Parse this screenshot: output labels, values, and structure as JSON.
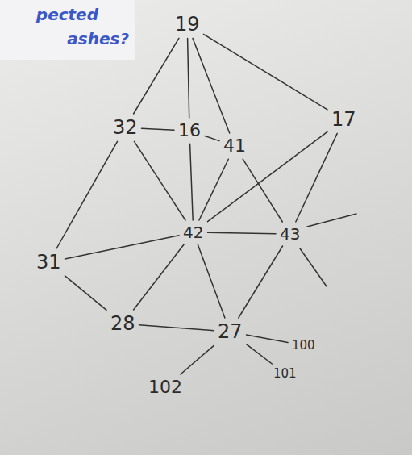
{
  "diagram": {
    "nodes": [
      {
        "text": [
          "19"
        ]
      },
      {
        "text": [
          "32"
        ]
      },
      {
        "text": [
          "16"
        ]
      },
      {
        "text": [
          "41"
        ]
      },
      {
        "text": [
          "17"
        ]
      },
      {
        "text": [
          "31"
        ]
      },
      {
        "text": [
          "42"
        ]
      },
      {
        "text": [
          "43"
        ]
      },
      {
        "text": [
          "28"
        ]
      },
      {
        "text": [
          "27"
        ]
      },
      {
        "text": [
          "100"
        ]
      },
      {
        "text": [
          "101"
        ]
      },
      {
        "text": [
          "102"
        ]
      }
    ],
    "edges": [
      {
        "from": 0,
        "to": 4,
        "arrow": "none"
      },
      {
        "from": 0,
        "to": 1,
        "arrow": "none"
      },
      {
        "from": 0,
        "to": 2,
        "arrow": "none"
      },
      {
        "from": 0,
        "to": 3,
        "arrow": "none"
      },
      {
        "from": 1,
        "to": 2,
        "arrow": "none"
      },
      {
        "from": 2,
        "to": 3,
        "arrow": "none"
      },
      {
        "from": 1,
        "to": 5,
        "arrow": "none"
      },
      {
        "from": 1,
        "to": 6,
        "arrow": "none"
      },
      {
        "from": 2,
        "to": 6,
        "arrow": "none"
      },
      {
        "from": 3,
        "to": 6,
        "arrow": "none"
      },
      {
        "from": 3,
        "to": 7,
        "arrow": "none"
      },
      {
        "from": 6,
        "to": 4,
        "arrow": "none"
      },
      {
        "from": 4,
        "to": 7,
        "arrow": "none"
      },
      {
        "from": 5,
        "to": 6,
        "arrow": "none"
      },
      {
        "from": 5,
        "to": 8,
        "arrow": "none"
      },
      {
        "from": 6,
        "to": 8,
        "arrow": "none"
      },
      {
        "from": 6,
        "to": 9,
        "arrow": "none"
      },
      {
        "from": 6,
        "to": 7,
        "arrow": "none"
      },
      {
        "from": 7,
        "to": 9,
        "arrow": "none"
      },
      {
        "from": 8,
        "to": 9,
        "arrow": "none"
      },
      {
        "from": 9,
        "to": 10,
        "arrow": "none"
      },
      {
        "from": 9,
        "to": 11,
        "arrow": "none"
      },
      {
        "from": 9,
        "to": 12,
        "arrow": "none"
      }
    ],
    "labels": [
      "pected",
      "ashes?"
    ]
  }
}
